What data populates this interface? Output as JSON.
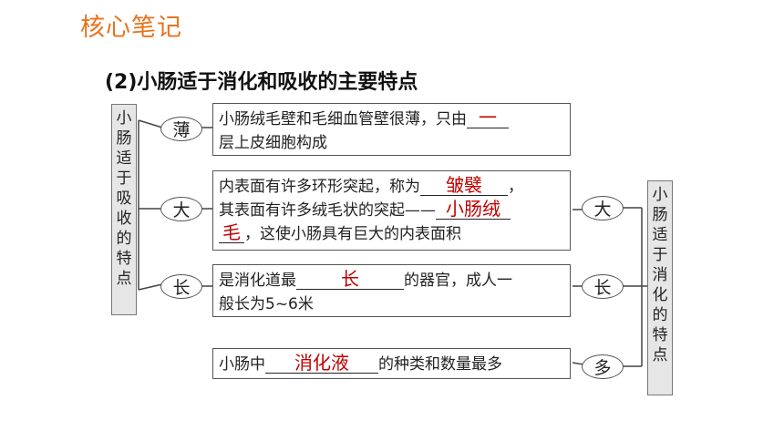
{
  "header": {
    "title": "核心笔记"
  },
  "subtitle": "(2)小肠适于消化和吸收的主要特点",
  "left_box": {
    "chars": [
      "小",
      "肠",
      "适",
      "于",
      "吸",
      "收",
      "的",
      "特",
      "点"
    ]
  },
  "right_box": {
    "chars": [
      "小",
      "肠",
      "适",
      "于",
      "消",
      "化",
      "的",
      "特",
      "点"
    ]
  },
  "left_nodes": [
    "薄",
    "大",
    "长"
  ],
  "right_nodes": [
    "大",
    "长",
    "多"
  ],
  "box1": {
    "pre": "小肠绒毛壁和毛细血管壁很薄，只由",
    "answer": "一",
    "post": "层上皮细胞构成"
  },
  "box2": {
    "line1_pre": "内表面有许多环形突起，称为",
    "answer1": "皱襞",
    "line1_post": "，",
    "line2_pre": "其表面有许多绒毛状的突起——",
    "answer2a": "小肠绒",
    "answer2b": "毛",
    "line3_post": "，这使小肠具有巨大的内表面积"
  },
  "box3": {
    "pre": "是消化道最",
    "answer": "长",
    "post": "的器官，成人一",
    "line2": "般长为5~6米"
  },
  "box4": {
    "pre": "小肠中",
    "answer": "消化液",
    "post": "的种类和数量最多"
  }
}
